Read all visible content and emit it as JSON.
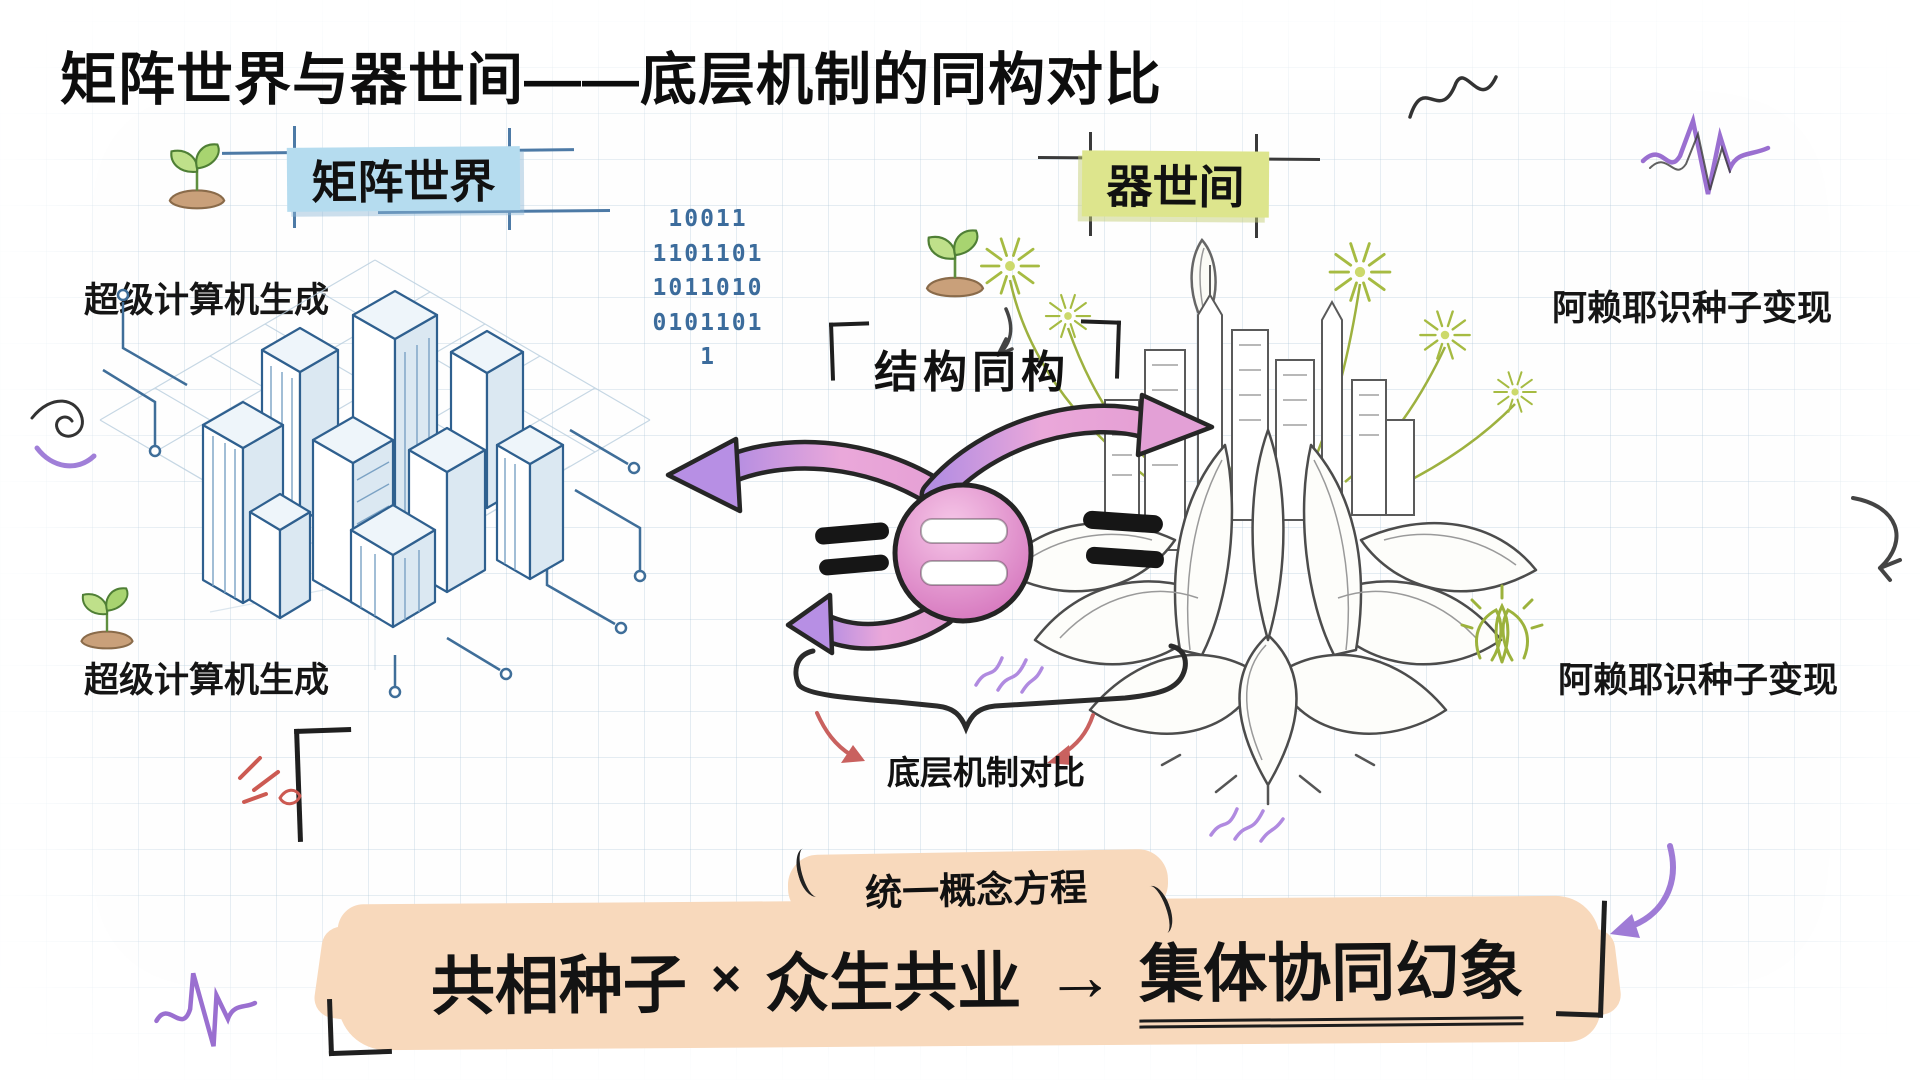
{
  "title": "矩阵世界与器世间——底层机制的同构对比",
  "left": {
    "header": "矩阵世界",
    "label_top": "超级计算机生成",
    "label_bottom": "超级计算机生成",
    "binary": [
      "10011",
      "1101101",
      "1011010",
      "0101101",
      "1"
    ],
    "highlight_color": "#b5dcef",
    "ink_color": "#2f608f"
  },
  "right": {
    "header": "器世间",
    "label_top": "阿赖耶识种子变现",
    "label_bottom": "阿赖耶识种子变现",
    "highlight_color": "#dde58d",
    "ink_color": "#4a4a4a"
  },
  "center": {
    "bracket_label": "结构同构",
    "brace_label": "底层机制对比",
    "arrow_color_pink": "#eaa8da",
    "arrow_color_purple": "#b48de2",
    "equivalence_note": "≡"
  },
  "equation": {
    "caption": "统一概念方程",
    "term_a": "共相种子",
    "op1": "×",
    "term_b": "众生共业",
    "op2": "→",
    "result": "集体协同幻象",
    "highlight_color": "#f8d9bc"
  }
}
